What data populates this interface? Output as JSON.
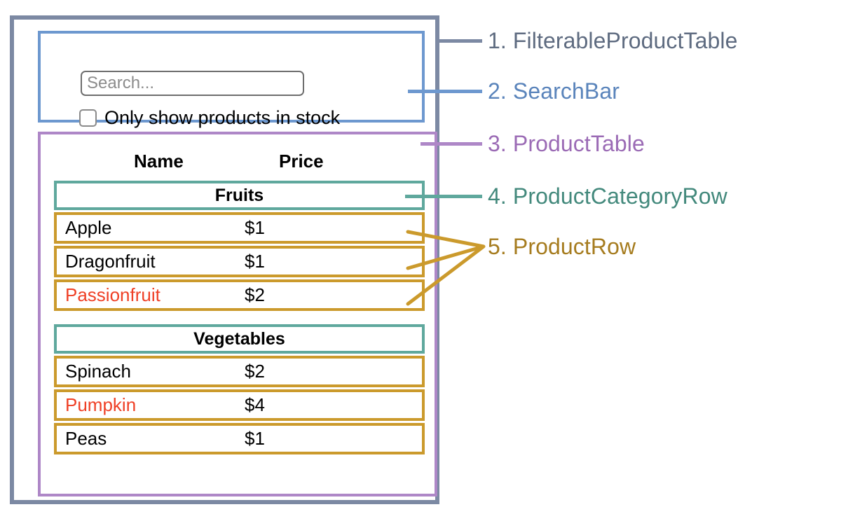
{
  "diagram": {
    "title": "React component hierarchy diagram",
    "colors": {
      "filterable_product_table": "#7c89a3",
      "search_bar": "#6d98cf",
      "product_table": "#ae87c7",
      "product_category_row": "#5fa89d",
      "product_row": "#cb9a2c",
      "out_of_stock_text": "#ef4026"
    }
  },
  "search_bar": {
    "search_input_value": "",
    "search_input_placeholder": "Search...",
    "stock_checkbox_checked": false,
    "stock_filter_label": "Only show products in stock"
  },
  "product_table": {
    "columns": [
      "Name",
      "Price"
    ],
    "groups": [
      {
        "category": "Fruits",
        "products": [
          {
            "name": "Apple",
            "price": "$1",
            "in_stock": true
          },
          {
            "name": "Dragonfruit",
            "price": "$1",
            "in_stock": true
          },
          {
            "name": "Passionfruit",
            "price": "$2",
            "in_stock": false
          }
        ]
      },
      {
        "category": "Vegetables",
        "products": [
          {
            "name": "Spinach",
            "price": "$2",
            "in_stock": true
          },
          {
            "name": "Pumpkin",
            "price": "$4",
            "in_stock": false
          },
          {
            "name": "Peas",
            "price": "$1",
            "in_stock": true
          }
        ]
      }
    ]
  },
  "legend": [
    {
      "number": "1.",
      "name": "FilterableProductTable",
      "color": "#7c89a3"
    },
    {
      "number": "2.",
      "name": "SearchBar",
      "color": "#6d98cf"
    },
    {
      "number": "3.",
      "name": "ProductTable",
      "color": "#ae87c7"
    },
    {
      "number": "4.",
      "name": "ProductCategoryRow",
      "color": "#5fa89d"
    },
    {
      "number": "5.",
      "name": "ProductRow",
      "color": "#cb9a2c"
    }
  ]
}
